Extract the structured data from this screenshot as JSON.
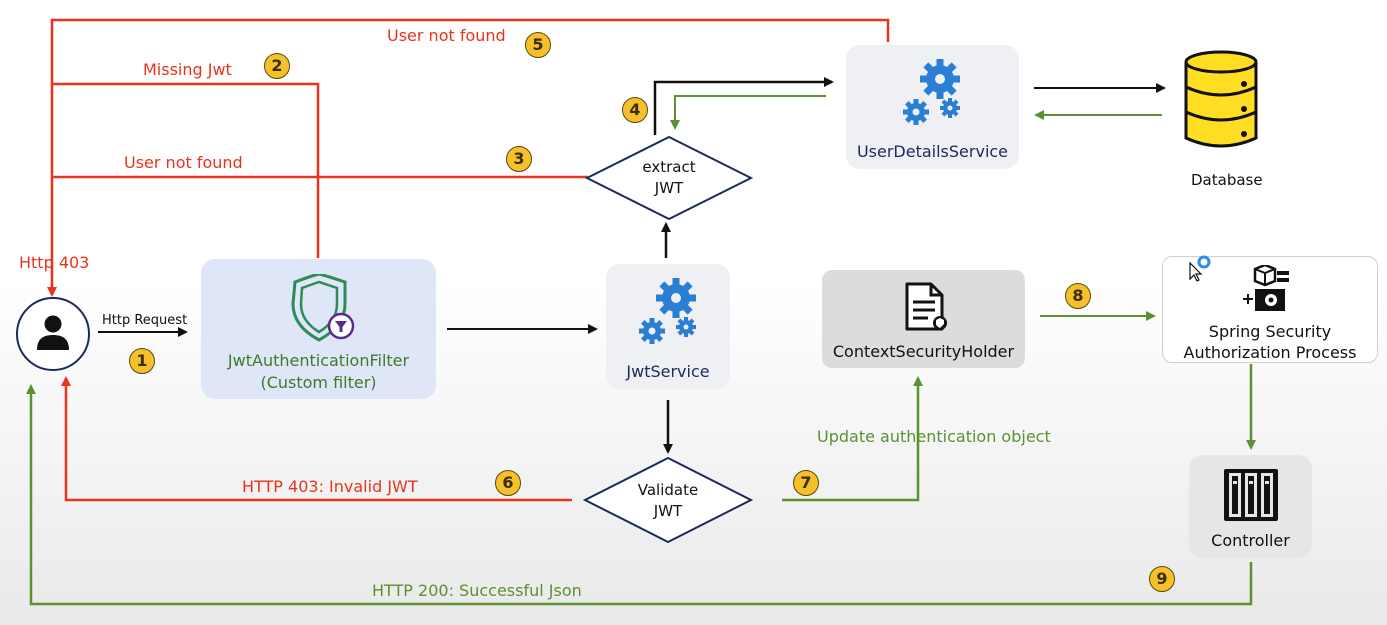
{
  "labels": {
    "http_403": "Http 403",
    "http_request": "Http Request",
    "missing_jwt": "Missing Jwt",
    "user_not_found_top": "User not found",
    "user_not_found_mid": "User not found",
    "invalid_jwt": "HTTP 403: Invalid JWT",
    "update_auth": "Update authentication object",
    "success_json": "HTTP 200: Successful Json"
  },
  "steps": [
    "1",
    "2",
    "3",
    "4",
    "5",
    "6",
    "7",
    "8",
    "9"
  ],
  "nodes": {
    "filter_name": "JwtAuthenticationFilter",
    "filter_sub": "(Custom filter)",
    "jwt_service": "JwtService",
    "extract_line1": "extract",
    "extract_line2": "JWT",
    "validate_line1": "Validate",
    "validate_line2": "JWT",
    "user_details": "UserDetailsService",
    "database": "Database",
    "context_holder": "ContextSecurityHolder",
    "spring_line1": "Spring Security",
    "spring_line2": "Authorization Process",
    "controller": "Controller"
  },
  "colors": {
    "error": "#e8341c",
    "success": "#5b9130",
    "gear": "#2a7fd4",
    "db": "#ffdd22"
  },
  "icons": [
    "user-icon",
    "shield-filter-icon",
    "gear-icon",
    "database-icon",
    "document-icon",
    "settings-icon",
    "server-icon"
  ]
}
